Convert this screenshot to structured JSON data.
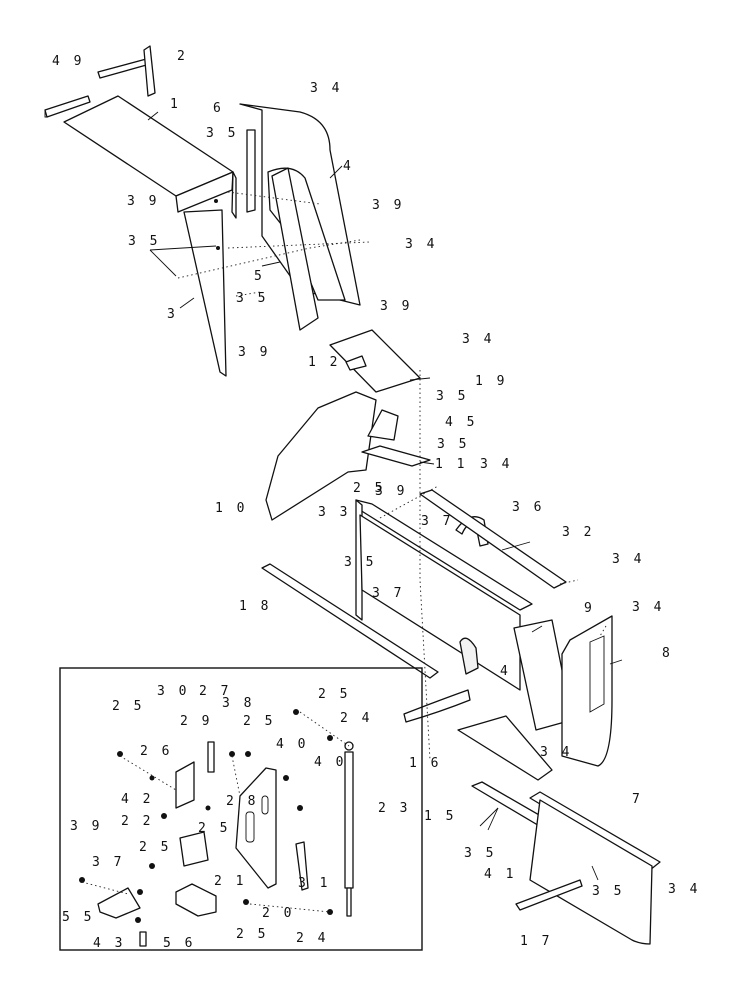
{
  "callouts": [
    {
      "id": "c49",
      "text": "4 9"
    },
    {
      "id": "c2",
      "text": "2"
    },
    {
      "id": "c1",
      "text": "1"
    },
    {
      "id": "c6",
      "text": "6"
    },
    {
      "id": "c34a",
      "text": "3 4"
    },
    {
      "id": "c35a",
      "text": "3 5"
    },
    {
      "id": "c4a",
      "text": "4"
    },
    {
      "id": "c39a",
      "text": "3 9"
    },
    {
      "id": "c39b",
      "text": "3 9"
    },
    {
      "id": "c35b",
      "text": "3 5"
    },
    {
      "id": "c34b",
      "text": "3 4"
    },
    {
      "id": "c5",
      "text": "5"
    },
    {
      "id": "c35c",
      "text": "3 5"
    },
    {
      "id": "c3",
      "text": "3"
    },
    {
      "id": "c39c",
      "text": "3 9"
    },
    {
      "id": "c39d",
      "text": "3 9"
    },
    {
      "id": "c34c",
      "text": "3 4"
    },
    {
      "id": "c12",
      "text": "1 2"
    },
    {
      "id": "c19",
      "text": "1 9"
    },
    {
      "id": "c35d",
      "text": "3 5"
    },
    {
      "id": "c45",
      "text": "4 5"
    },
    {
      "id": "c35e",
      "text": "3 5"
    },
    {
      "id": "c11",
      "text": "1 1"
    },
    {
      "id": "c34d",
      "text": "3 4"
    },
    {
      "id": "c25a",
      "text": "2 5"
    },
    {
      "id": "c39e",
      "text": "3 9"
    },
    {
      "id": "c10",
      "text": "1 0"
    },
    {
      "id": "c33",
      "text": "3 3"
    },
    {
      "id": "c36",
      "text": "3 6"
    },
    {
      "id": "c37a",
      "text": "3 7"
    },
    {
      "id": "c32",
      "text": "3 2"
    },
    {
      "id": "c35f",
      "text": "3 5"
    },
    {
      "id": "c34e",
      "text": "3 4"
    },
    {
      "id": "c37b",
      "text": "3 7"
    },
    {
      "id": "c18",
      "text": "1 8"
    },
    {
      "id": "c9",
      "text": "9"
    },
    {
      "id": "c34f",
      "text": "3 4"
    },
    {
      "id": "c4b",
      "text": "4"
    },
    {
      "id": "c8",
      "text": "8"
    },
    {
      "id": "c16",
      "text": "1 6"
    },
    {
      "id": "c34g",
      "text": "3 4"
    },
    {
      "id": "c7",
      "text": "7"
    },
    {
      "id": "c15",
      "text": "1 5"
    },
    {
      "id": "c35g",
      "text": "3 5"
    },
    {
      "id": "c41",
      "text": "4 1"
    },
    {
      "id": "c34h",
      "text": "3 4"
    },
    {
      "id": "c35h",
      "text": "3 5"
    },
    {
      "id": "c17",
      "text": "1 7"
    },
    {
      "id": "i25a",
      "text": "2 5"
    },
    {
      "id": "i30",
      "text": "3 0"
    },
    {
      "id": "i27",
      "text": "2 7"
    },
    {
      "id": "i38",
      "text": "3 8"
    },
    {
      "id": "i29",
      "text": "2 9"
    },
    {
      "id": "i25b",
      "text": "2 5"
    },
    {
      "id": "i25c",
      "text": "2 5"
    },
    {
      "id": "i24a",
      "text": "2 4"
    },
    {
      "id": "i26",
      "text": "2 6"
    },
    {
      "id": "i40a",
      "text": "4 0"
    },
    {
      "id": "i40b",
      "text": "4 0"
    },
    {
      "id": "i42",
      "text": "4 2"
    },
    {
      "id": "i28",
      "text": "2 8"
    },
    {
      "id": "i22",
      "text": "2 2"
    },
    {
      "id": "i25d",
      "text": "2 5"
    },
    {
      "id": "i23",
      "text": "2 3"
    },
    {
      "id": "i39",
      "text": "3 9"
    },
    {
      "id": "i25e",
      "text": "2 5"
    },
    {
      "id": "i37",
      "text": "3 7"
    },
    {
      "id": "i21",
      "text": "2 1"
    },
    {
      "id": "i31",
      "text": "3 1"
    },
    {
      "id": "i55",
      "text": "5 5"
    },
    {
      "id": "i20",
      "text": "2 0"
    },
    {
      "id": "i25f",
      "text": "2 5"
    },
    {
      "id": "i24b",
      "text": "2 4"
    },
    {
      "id": "i43",
      "text": "4 3"
    },
    {
      "id": "i56",
      "text": "5 6"
    }
  ]
}
